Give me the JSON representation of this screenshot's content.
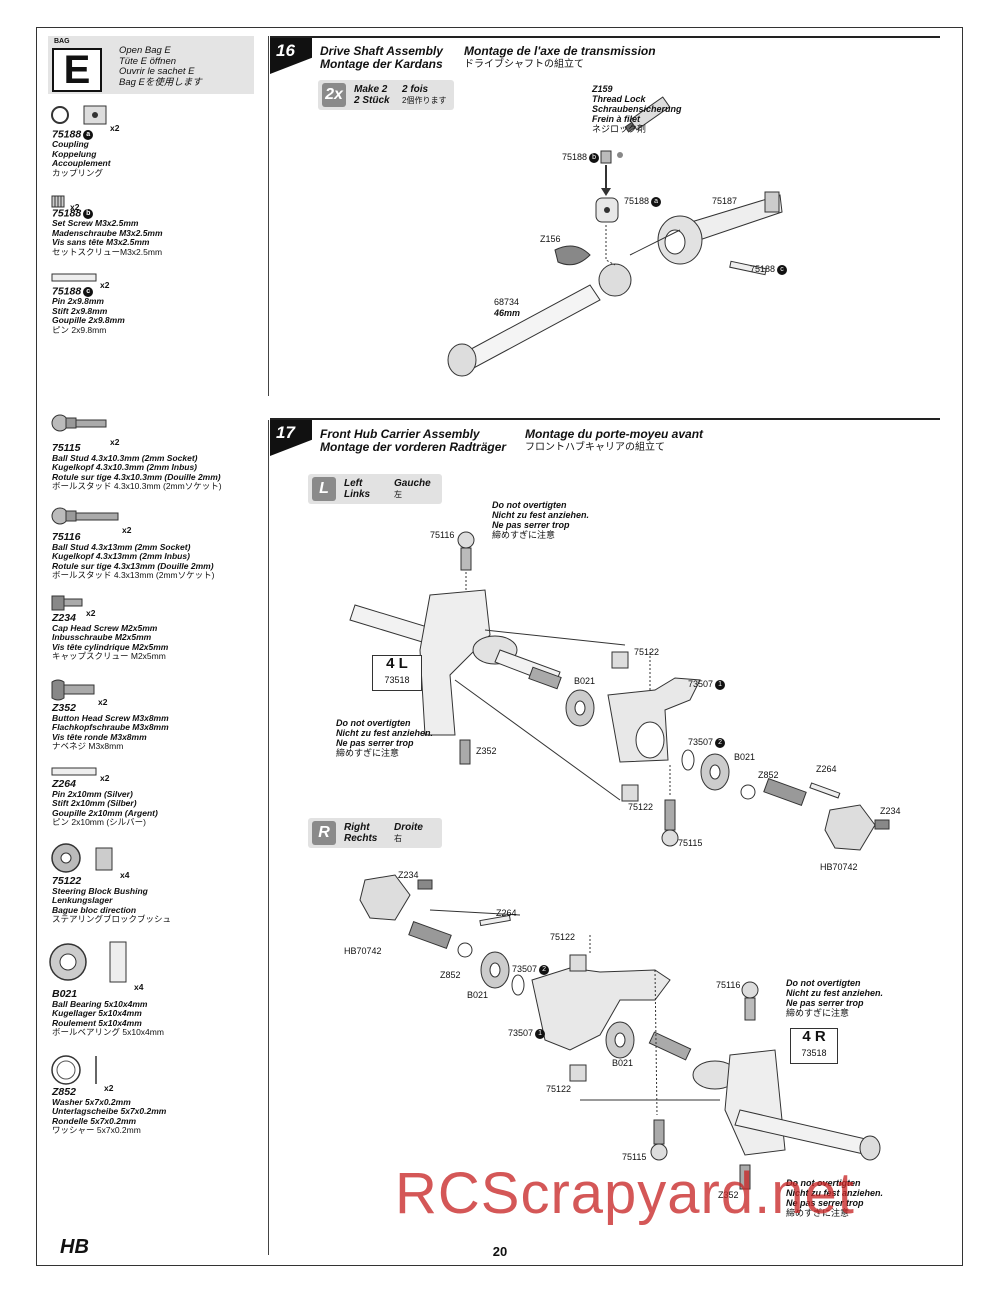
{
  "bag": {
    "label_small": "BAG",
    "letter": "E",
    "lines": [
      "Open Bag E",
      "Tüte E öffnen",
      "Ouvrir le sachet E",
      "Bag Eを使用します"
    ]
  },
  "parts": [
    {
      "code": "75188",
      "badge": "a",
      "qty": "x2",
      "lines": [
        "Coupling",
        "Koppelung",
        "Accouplement",
        "カップリング"
      ]
    },
    {
      "code": "75188",
      "badge": "b",
      "qty": "x2",
      "lines": [
        "Set Screw M3x2.5mm",
        "Madenschraube M3x2.5mm",
        "Vis sans tête M3x2.5mm",
        "セットスクリューM3x2.5mm"
      ]
    },
    {
      "code": "75188",
      "badge": "c",
      "qty": "x2",
      "lines": [
        "Pin 2x9.8mm",
        "Stift 2x9.8mm",
        "Goupille 2x9.8mm",
        "ピン 2x9.8mm"
      ]
    },
    {
      "code": "75115",
      "badge": "",
      "qty": "x2",
      "lines": [
        "Ball Stud 4.3x10.3mm (2mm Socket)",
        "Kugelkopf 4.3x10.3mm (2mm Inbus)",
        "Rotule sur tige 4.3x10.3mm (Douille 2mm)",
        "ボールスタッド 4.3x10.3mm (2mmソケット)"
      ]
    },
    {
      "code": "75116",
      "badge": "",
      "qty": "x2",
      "lines": [
        "Ball Stud 4.3x13mm (2mm Socket)",
        "Kugelkopf 4.3x13mm (2mm Inbus)",
        "Rotule sur tige 4.3x13mm (Douille 2mm)",
        "ボールスタッド 4.3x13mm (2mmソケット)"
      ]
    },
    {
      "code": "Z234",
      "badge": "",
      "qty": "x2",
      "lines": [
        "Cap Head Screw M2x5mm",
        "Inbusschraube M2x5mm",
        "Vis tête cylindrique M2x5mm",
        "キャップスクリュー M2x5mm"
      ]
    },
    {
      "code": "Z352",
      "badge": "",
      "qty": "x2",
      "lines": [
        "Button Head Screw M3x8mm",
        "Flachkopfschraube M3x8mm",
        "Vis tête ronde M3x8mm",
        "ナベネジ M3x8mm"
      ]
    },
    {
      "code": "Z264",
      "badge": "",
      "qty": "x2",
      "lines": [
        "Pin 2x10mm (Silver)",
        "Stift 2x10mm (Silber)",
        "Goupille 2x10mm (Argent)",
        "ピン 2x10mm (シルバー)"
      ]
    },
    {
      "code": "75122",
      "badge": "",
      "qty": "x4",
      "lines": [
        "Steering Block Bushing",
        "Lenkungslager",
        "Bague bloc direction",
        "ステアリングブロックブッシュ"
      ]
    },
    {
      "code": "B021",
      "badge": "",
      "qty": "x4",
      "lines": [
        "Ball Bearing 5x10x4mm",
        "Kugellager 5x10x4mm",
        "Roulement 5x10x4mm",
        "ボールベアリング 5x10x4mm"
      ]
    },
    {
      "code": "Z852",
      "badge": "",
      "qty": "x2",
      "lines": [
        "Washer 5x7x0.2mm",
        "Unterlagscheibe 5x7x0.2mm",
        "Rondelle 5x7x0.2mm",
        "ワッシャー 5x7x0.2mm"
      ]
    }
  ],
  "step16": {
    "number": "16",
    "title_en": "Drive Shaft Assembly",
    "title_de": "Montage der Kardans",
    "title_fr": "Montage de l'axe de transmission",
    "title_jp": "ドライブシャフトの組立て",
    "make_icon": "2x",
    "make_lines": [
      "Make 2",
      "2 Stück"
    ],
    "make_lines_b": [
      "2 fois",
      "2個作ります"
    ],
    "thread_lock": [
      "Z159",
      "Thread Lock",
      "Schraubensicherung",
      "Frein à filet",
      "ネジロック剤"
    ],
    "labels": {
      "set_screw": "75188",
      "coupling": "75188",
      "axle": "75187",
      "pin": "75188",
      "grease": "Z156",
      "shaft": "68734",
      "shaft_len": "46mm"
    },
    "badges": {
      "set_screw": "b",
      "coupling": "a",
      "pin": "c"
    }
  },
  "step17": {
    "number": "17",
    "title_en": "Front Hub Carrier Assembly",
    "title_de": "Montage der vorderen Radträger",
    "title_fr": "Montage du porte-moyeu avant",
    "title_jp": "フロントハブキャリアの組立て",
    "left_icon": "L",
    "left_lines": [
      "Left",
      "Links"
    ],
    "left_lines_b": [
      "Gauche",
      "左"
    ],
    "right_icon": "R",
    "right_lines": [
      "Right",
      "Rechts"
    ],
    "right_lines_b": [
      "Droite",
      "右"
    ],
    "overtighten": [
      "Do not overtigten",
      "Nicht zu fest anziehen.",
      "Ne pas serrer trop",
      "締めすぎに注意"
    ],
    "box_left": {
      "big": "4 L",
      "small": "73518"
    },
    "box_right": {
      "big": "4 R",
      "small": "73518"
    },
    "left_labels": {
      "ballstud_top": "75116",
      "bushing_top": "75122",
      "bearing": "B021",
      "block1": "73507",
      "block2": "73507",
      "bearing2": "B021",
      "washer": "Z852",
      "pin": "Z264",
      "screw_small": "Z234",
      "screw": "Z352",
      "bushing_bot": "75122",
      "ballstud_bot": "75115",
      "hex": "HB70742"
    },
    "right_labels": {
      "screw_small": "Z234",
      "hex": "HB70742",
      "pin": "Z264",
      "washer": "Z852",
      "bearing": "B021",
      "block2": "73507",
      "bushing_top": "75122",
      "block1": "73507",
      "bearing2": "B021",
      "bushing_bot": "75122",
      "ballstud_bot": "75115",
      "ballstud_top": "75116",
      "screw": "Z352"
    },
    "badges": {
      "block1": "1",
      "block2": "2"
    }
  },
  "page_number": "20",
  "logo": "HB",
  "watermark": "RCScrapyard.net"
}
